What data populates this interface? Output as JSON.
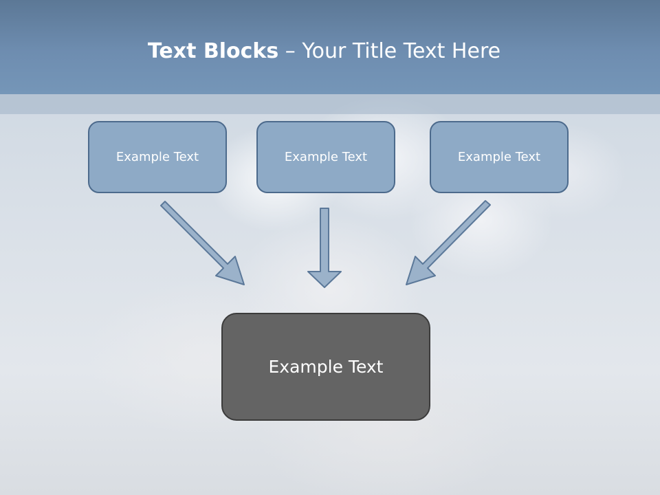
{
  "slide": {
    "title_bold": "Text Blocks",
    "title_dash": " – ",
    "title_rest": "Your Title Text Here"
  },
  "diagram": {
    "top_boxes": [
      {
        "label": "Example Text"
      },
      {
        "label": "Example Text"
      },
      {
        "label": "Example Text"
      }
    ],
    "result_box": {
      "label": "Example Text"
    }
  },
  "colors": {
    "header": "#6e8db0",
    "top_box_fill": "#8eaac6",
    "top_box_border": "#4c6a8c",
    "result_box_fill": "#646464",
    "arrow_fill": "#9bb2ca",
    "arrow_stroke": "#5b7899"
  }
}
